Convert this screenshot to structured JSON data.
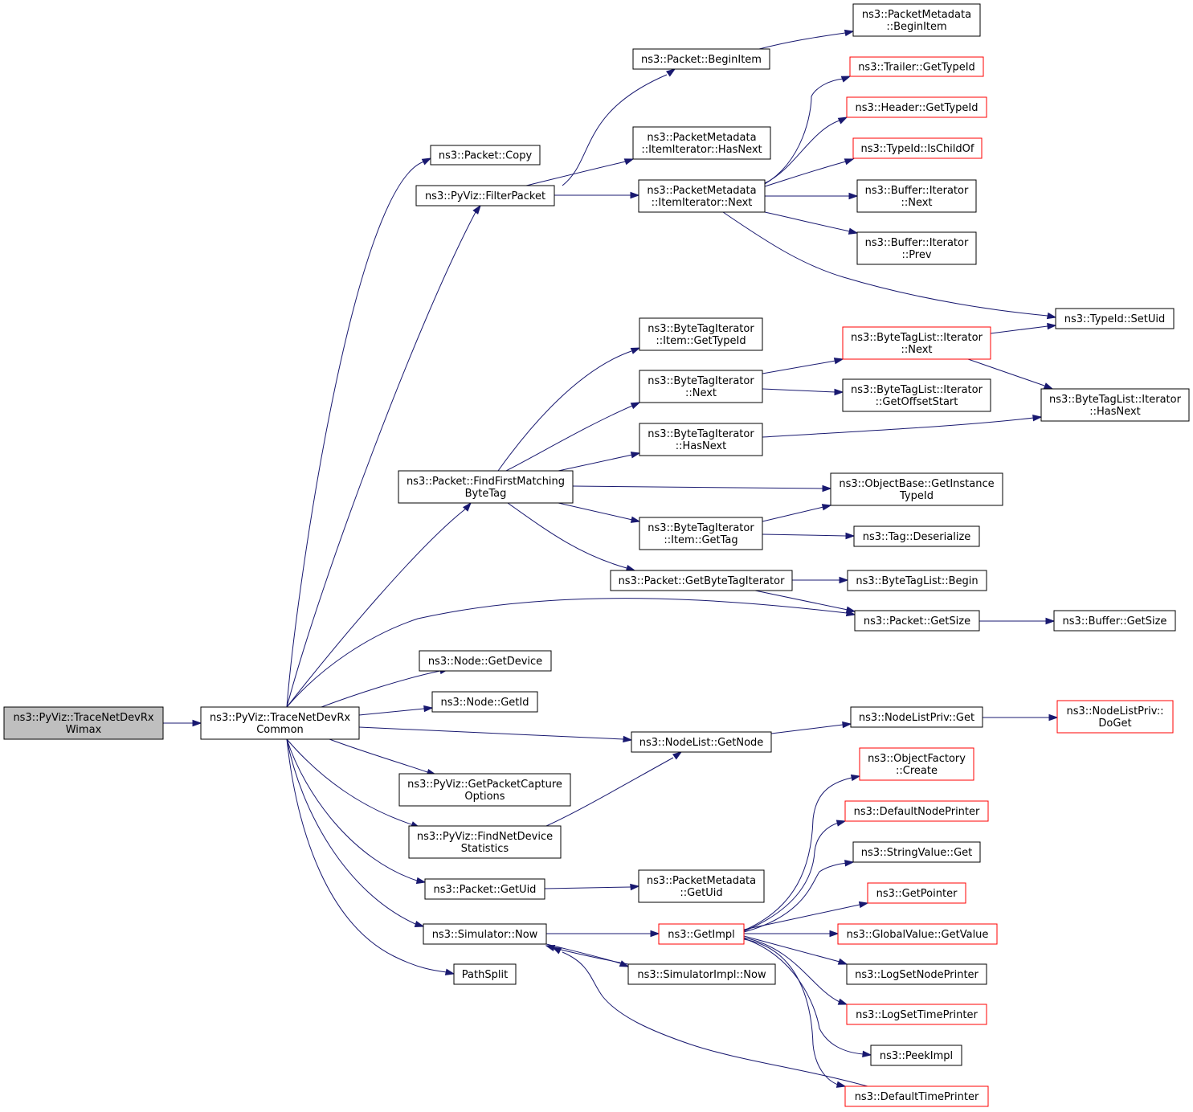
{
  "graph": {
    "colors": {
      "edge": "#191970",
      "border": "#000000",
      "border_incomplete": "#ff0000",
      "root_fill": "#bfbfbf"
    },
    "nodes": [
      {
        "id": "root",
        "lines": [
          "ns3::PyViz::TraceNetDevRx",
          "Wimax"
        ],
        "color": "black",
        "root": true
      },
      {
        "id": "common",
        "lines": [
          "ns3::PyViz::TraceNetDevRx",
          "Common"
        ],
        "color": "black"
      },
      {
        "id": "copy",
        "lines": [
          "ns3::Packet::Copy"
        ],
        "color": "black"
      },
      {
        "id": "filter",
        "lines": [
          "ns3::PyViz::FilterPacket"
        ],
        "color": "black"
      },
      {
        "id": "beginitem",
        "lines": [
          "ns3::Packet::BeginItem"
        ],
        "color": "black"
      },
      {
        "id": "pm_begin",
        "lines": [
          "ns3::PacketMetadata",
          "::BeginItem"
        ],
        "color": "black"
      },
      {
        "id": "pm_hasnext",
        "lines": [
          "ns3::PacketMetadata",
          "::ItemIterator::HasNext"
        ],
        "color": "black"
      },
      {
        "id": "pm_next",
        "lines": [
          "ns3::PacketMetadata",
          "::ItemIterator::Next"
        ],
        "color": "black"
      },
      {
        "id": "trailer",
        "lines": [
          "ns3::Trailer::GetTypeId"
        ],
        "color": "red"
      },
      {
        "id": "header",
        "lines": [
          "ns3::Header::GetTypeId"
        ],
        "color": "red"
      },
      {
        "id": "ischild",
        "lines": [
          "ns3::TypeId::IsChildOf"
        ],
        "color": "red"
      },
      {
        "id": "buf_next",
        "lines": [
          "ns3::Buffer::Iterator",
          "::Next"
        ],
        "color": "black"
      },
      {
        "id": "buf_prev",
        "lines": [
          "ns3::Buffer::Iterator",
          "::Prev"
        ],
        "color": "black"
      },
      {
        "id": "setuid",
        "lines": [
          "ns3::TypeId::SetUid"
        ],
        "color": "black"
      },
      {
        "id": "bti_item_gt",
        "lines": [
          "ns3::ByteTagIterator",
          "::Item::GetTypeId"
        ],
        "color": "black"
      },
      {
        "id": "btl_next",
        "lines": [
          "ns3::ByteTagList::Iterator",
          "::Next"
        ],
        "color": "red"
      },
      {
        "id": "bti_next",
        "lines": [
          "ns3::ByteTagIterator",
          "::Next"
        ],
        "color": "black"
      },
      {
        "id": "btl_offset",
        "lines": [
          "ns3::ByteTagList::Iterator",
          "::GetOffsetStart"
        ],
        "color": "black"
      },
      {
        "id": "btl_hasnext",
        "lines": [
          "ns3::ByteTagList::Iterator",
          "::HasNext"
        ],
        "color": "black"
      },
      {
        "id": "bti_hasnext",
        "lines": [
          "ns3::ByteTagIterator",
          "::HasNext"
        ],
        "color": "black"
      },
      {
        "id": "ffmbt",
        "lines": [
          "ns3::Packet::FindFirstMatching",
          "ByteTag"
        ],
        "color": "black"
      },
      {
        "id": "obj_git",
        "lines": [
          "ns3::ObjectBase::GetInstance",
          "TypeId"
        ],
        "color": "black"
      },
      {
        "id": "bti_gettag",
        "lines": [
          "ns3::ByteTagIterator",
          "::Item::GetTag"
        ],
        "color": "black"
      },
      {
        "id": "tag_deser",
        "lines": [
          "ns3::Tag::Deserialize"
        ],
        "color": "black"
      },
      {
        "id": "getbti",
        "lines": [
          "ns3::Packet::GetByteTagIterator"
        ],
        "color": "black"
      },
      {
        "id": "btl_begin",
        "lines": [
          "ns3::ByteTagList::Begin"
        ],
        "color": "black"
      },
      {
        "id": "getsize",
        "lines": [
          "ns3::Packet::GetSize"
        ],
        "color": "black"
      },
      {
        "id": "buf_getsize",
        "lines": [
          "ns3::Buffer::GetSize"
        ],
        "color": "black"
      },
      {
        "id": "getdevice",
        "lines": [
          "ns3::Node::GetDevice"
        ],
        "color": "black"
      },
      {
        "id": "getid",
        "lines": [
          "ns3::Node::GetId"
        ],
        "color": "black"
      },
      {
        "id": "getnode",
        "lines": [
          "ns3::NodeList::GetNode"
        ],
        "color": "black"
      },
      {
        "id": "nlp_get",
        "lines": [
          "ns3::NodeListPriv::Get"
        ],
        "color": "black"
      },
      {
        "id": "nlp_doget",
        "lines": [
          "ns3::NodeListPriv::",
          "DoGet"
        ],
        "color": "red"
      },
      {
        "id": "gpco",
        "lines": [
          "ns3::PyViz::GetPacketCapture",
          "Options"
        ],
        "color": "black"
      },
      {
        "id": "fnds",
        "lines": [
          "ns3::PyViz::FindNetDevice",
          "Statistics"
        ],
        "color": "black"
      },
      {
        "id": "getuid",
        "lines": [
          "ns3::Packet::GetUid"
        ],
        "color": "black"
      },
      {
        "id": "pm_getuid",
        "lines": [
          "ns3::PacketMetadata",
          "::GetUid"
        ],
        "color": "black"
      },
      {
        "id": "now",
        "lines": [
          "ns3::Simulator::Now"
        ],
        "color": "black"
      },
      {
        "id": "getimpl",
        "lines": [
          "ns3::GetImpl"
        ],
        "color": "red"
      },
      {
        "id": "pathsplit",
        "lines": [
          "PathSplit"
        ],
        "color": "black"
      },
      {
        "id": "simimpl_now",
        "lines": [
          "ns3::SimulatorImpl::Now"
        ],
        "color": "black"
      },
      {
        "id": "of_create",
        "lines": [
          "ns3::ObjectFactory",
          "::Create"
        ],
        "color": "red"
      },
      {
        "id": "dnp",
        "lines": [
          "ns3::DefaultNodePrinter"
        ],
        "color": "red"
      },
      {
        "id": "sv_get",
        "lines": [
          "ns3::StringValue::Get"
        ],
        "color": "black"
      },
      {
        "id": "getpointer",
        "lines": [
          "ns3::GetPointer"
        ],
        "color": "red"
      },
      {
        "id": "gv_getvalue",
        "lines": [
          "ns3::GlobalValue::GetValue"
        ],
        "color": "red"
      },
      {
        "id": "lsnp",
        "lines": [
          "ns3::LogSetNodePrinter"
        ],
        "color": "black"
      },
      {
        "id": "lstp",
        "lines": [
          "ns3::LogSetTimePrinter"
        ],
        "color": "red"
      },
      {
        "id": "peekimpl",
        "lines": [
          "ns3::PeekImpl"
        ],
        "color": "black"
      },
      {
        "id": "dtp",
        "lines": [
          "ns3::DefaultTimePrinter"
        ],
        "color": "red"
      }
    ]
  }
}
